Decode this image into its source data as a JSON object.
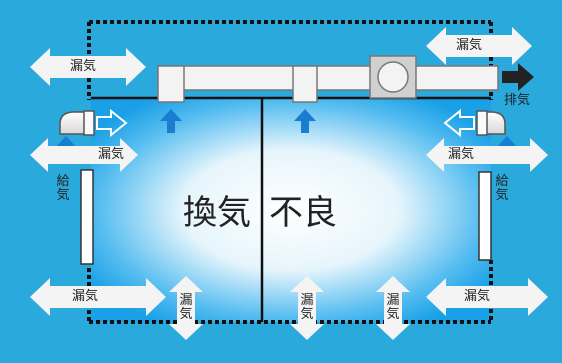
{
  "title": {
    "left": "換気",
    "right": "不良"
  },
  "labels": {
    "leak": "漏気",
    "exhaust": "排気",
    "supply": "給気"
  },
  "colors": {
    "outer_bg": "#2aa9dd",
    "room_edge": "#1aa0e6",
    "room_center": "#ffffff",
    "duct": "#f3f3f3",
    "duct_stroke": "#777777",
    "leak_arrow": "#f4f4f4",
    "blue_arrow": "#1a7dd1",
    "dotted_line": "#111111"
  }
}
